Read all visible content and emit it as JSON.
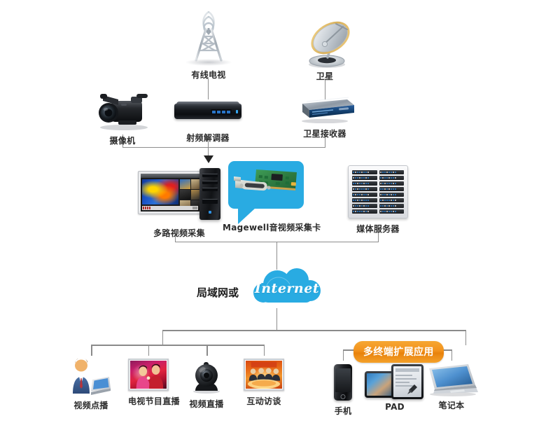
{
  "diagram": {
    "title": "Magewell video capture network topology",
    "accent_blue": "#29abe2",
    "accent_orange": "#f2921c",
    "line_color": "#8d8d8d"
  },
  "sources": [
    {
      "id": "cable-tv",
      "label": "有线电视",
      "icon": "broadcast-tower-icon"
    },
    {
      "id": "satellite",
      "label": "卫星",
      "icon": "satellite-dish-icon"
    }
  ],
  "devices": [
    {
      "id": "camera",
      "label": "摄像机",
      "icon": "video-camera-icon"
    },
    {
      "id": "rf-demodulator",
      "label": "射频解调器",
      "icon": "set-top-box-icon"
    },
    {
      "id": "satellite-receiver",
      "label": "卫星接收器",
      "icon": "satellite-receiver-icon"
    }
  ],
  "core": [
    {
      "id": "multi-channel-capture",
      "label": "多路视频采集",
      "icon": "monitor-pc-icon"
    },
    {
      "id": "magewell-card",
      "label": "Magewell音视频采集卡",
      "icon": "pcie-capture-card-icon"
    },
    {
      "id": "media-server",
      "label": "媒体服务器",
      "icon": "server-rack-icon"
    }
  ],
  "network": {
    "lan_label": "局域网或",
    "cloud_label": "Internet",
    "cloud_icon": "cloud-icon"
  },
  "applications": [
    {
      "id": "vod",
      "label": "视频点播",
      "icon": "person-laptop-icon"
    },
    {
      "id": "tv-live",
      "label": "电视节目直播",
      "icon": "tv-show-photo-icon"
    },
    {
      "id": "video-live",
      "label": "视频直播",
      "icon": "webcam-icon"
    },
    {
      "id": "interview",
      "label": "互动访谈",
      "icon": "talk-show-photo-icon"
    }
  ],
  "terminals": {
    "badge": "多终端扩展应用",
    "items": [
      {
        "id": "phone",
        "label": "手机",
        "icon": "smartphone-icon"
      },
      {
        "id": "pad",
        "label": "PAD",
        "icon": "tablet-icon"
      },
      {
        "id": "notebook",
        "label": "笔记本",
        "icon": "laptop-icon"
      }
    ]
  }
}
